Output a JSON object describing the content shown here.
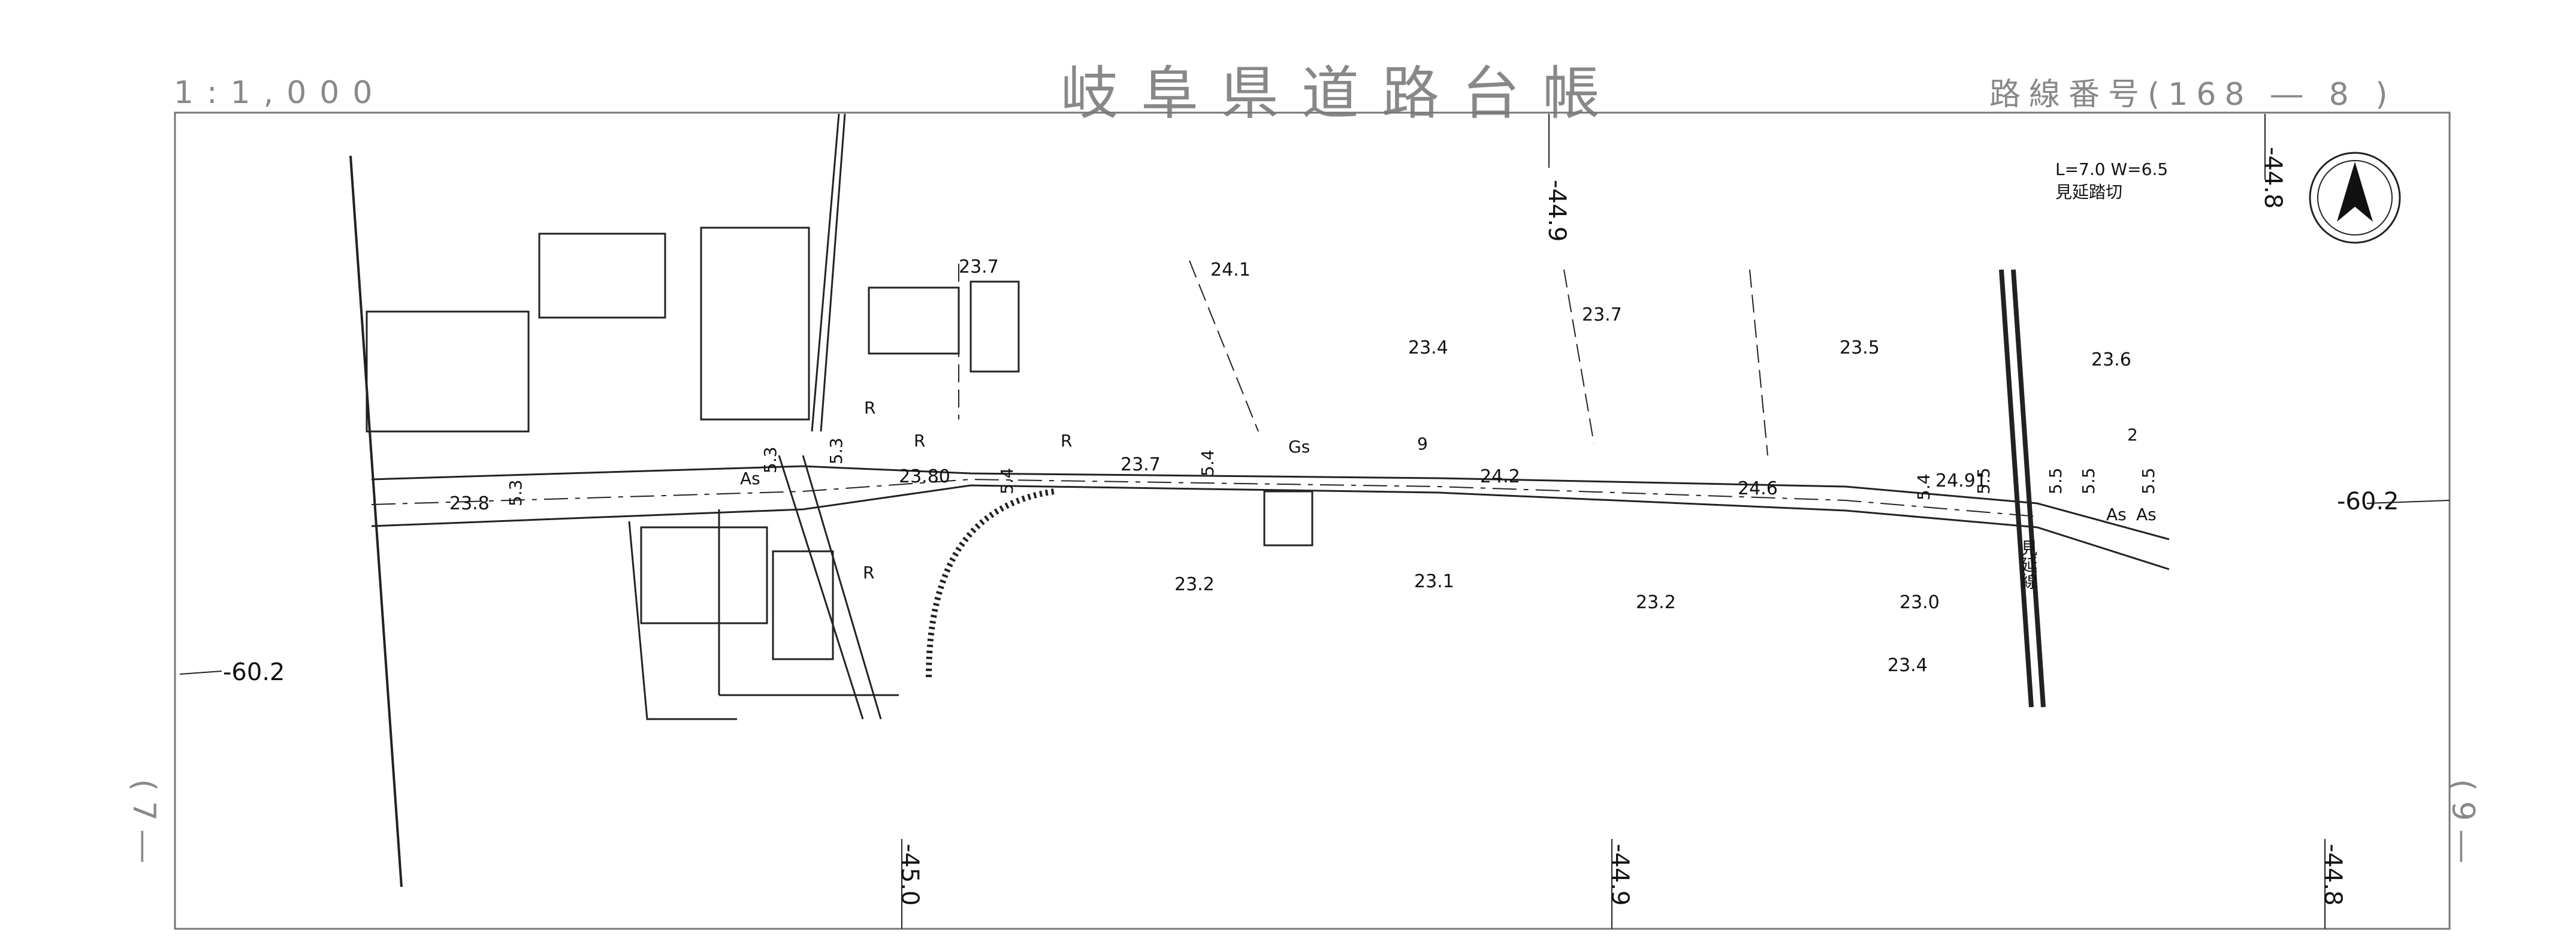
{
  "header": {
    "scale": "1:1,000",
    "title": "岐阜県道路台帳",
    "route": "路線番号(168 ― 8 )",
    "sheet_left": "( 7 ―",
    "sheet_right": "( 9 ―"
  },
  "coordinates": {
    "top": [
      "-44.9",
      "-44.8"
    ],
    "bottom": [
      "-45.0",
      "-44.9",
      "-44.8"
    ],
    "left": "-60.2",
    "right": "-60.2"
  },
  "elevations": [
    "23.8",
    "23.7",
    "23.80",
    "23.7",
    "24.1",
    "23.4",
    "23.7",
    "23.5",
    "23.6",
    "24.2",
    "24.6",
    "24.91",
    "23.2",
    "23.1",
    "23.2",
    "23.0",
    "23.4"
  ],
  "road_widths": [
    "5.3",
    "5.3",
    "5.3",
    "5.4",
    "5.4",
    "5.4",
    "5.5",
    "5.5",
    "5.5",
    "5.5"
  ],
  "surface_labels": [
    "As",
    "As",
    "As",
    "R",
    "R",
    "R",
    "R",
    "Gs"
  ],
  "crossing": {
    "dims": "L=7.0 W=6.5",
    "name": "見延踏切",
    "line_name": "見延線",
    "track_count": "2"
  },
  "misc": {
    "road_mark": "9"
  }
}
